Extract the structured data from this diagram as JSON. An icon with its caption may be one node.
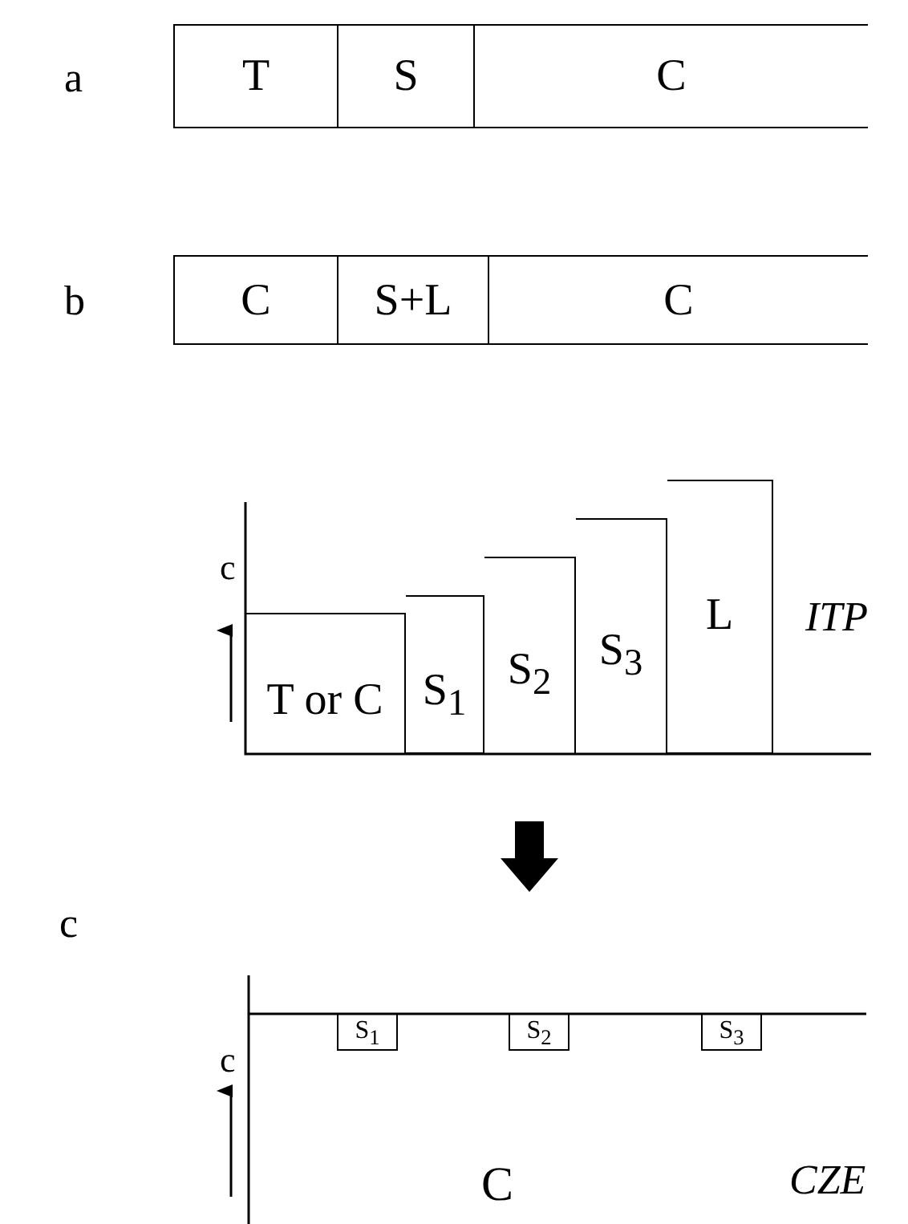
{
  "diagram": {
    "nodes": [
      {
        "text": [
          "T"
        ]
      },
      {
        "text": [
          "S"
        ]
      },
      {
        "text": [
          "C"
        ]
      },
      {
        "text": [
          "C"
        ]
      },
      {
        "text": [
          "S+L"
        ]
      },
      {
        "text": [
          "C"
        ]
      },
      {
        "text": [
          "T or C"
        ]
      },
      {
        "text": [
          "S$_{1}$"
        ]
      },
      {
        "text": [
          "S$_{2}$"
        ]
      },
      {
        "text": [
          "S$_{3}$"
        ]
      },
      {
        "text": [
          "L"
        ]
      },
      {
        "text": [
          "S$_{1}$"
        ]
      },
      {
        "text": [
          "S$_{2}$"
        ]
      },
      {
        "text": [
          "S$_{3}$"
        ]
      }
    ],
    "edges": [],
    "labels": [
      "a",
      "b",
      "c",
      "ITP",
      "c",
      "c",
      "CZE",
      "C"
    ]
  }
}
